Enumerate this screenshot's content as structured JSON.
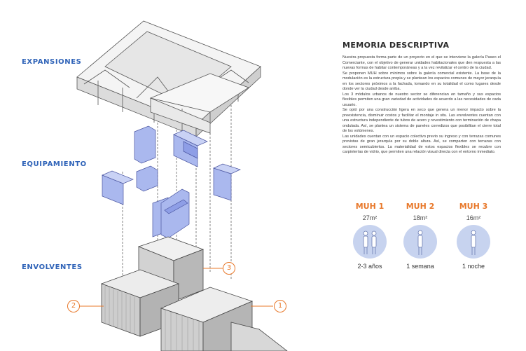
{
  "labels": {
    "expansiones": "EXPANSIONES",
    "equipamiento": "EQUIPAMIENTO",
    "envolventes": "ENVOLVENTES"
  },
  "markers": [
    "1",
    "2",
    "3"
  ],
  "memoria": {
    "title": "MEMORIA DESCRIPTIVA",
    "paragraphs": [
      "Nuestra propuesta forma parte de un proyecto en el que se interviene la galería Paseo el Comerciante, con el objetivo de generar unidades habitacionales que den respuesta a las nuevas formas de habitar contemporáneas y a la vez revitalizar el centro de la ciudad.",
      "Se proponen MUH sobre mínimos sobre la galería comercial existente. La base de la modulación es la estructura propia y se plantean los espacios comunes de mayor jerarquía en los sectores próximos a la fachada, tomando en su totalidad el como lugares desde donde ver la ciudad desde arriba.",
      "Los 3 módulos urbanos de nuestro sector se diferencian en tamaño y sus espacios flexibles permiten una gran variedad de actividades de acuerdo a las necesidades de cada usuario.",
      "Se optó por una construcción ligera en seco que genera un menor impacto sobre la preexistencia, disminuir costos y facilitar el montaje in situ. Las envolventes cuentan con una estructura independiente de tubos de acero y revestimiento con terminación de chapa ondulada. Así, se plantea un sistema de paneles corredizos que posibilitan el cierre total de los volúmenes.",
      "Las unidades cuentan con un espacio colectivo previo su ingreso y con terrazas comunes provistas de gran jerarquía por su doble altura. Así, se comparten con terrazas con sectores semicubiertos. La materialidad de estos espacios flexibles se recubre con carpinterías de vidrio, que permiten una relación visual directa con el entorno inmediato."
    ]
  },
  "muh": [
    {
      "name": "MUH 1",
      "area": "27m²",
      "duration": "2-3 años",
      "people": 2
    },
    {
      "name": "MUH 2",
      "area": "18m²",
      "duration": "1 semana",
      "people": 1
    },
    {
      "name": "MUH 3",
      "area": "16m²",
      "duration": "1 noche",
      "people": 1
    }
  ],
  "colors": {
    "accent": "#e8782a",
    "label_blue": "#2f63b8",
    "circle": "#c7d3ef",
    "furniture": "#aab8ee"
  }
}
